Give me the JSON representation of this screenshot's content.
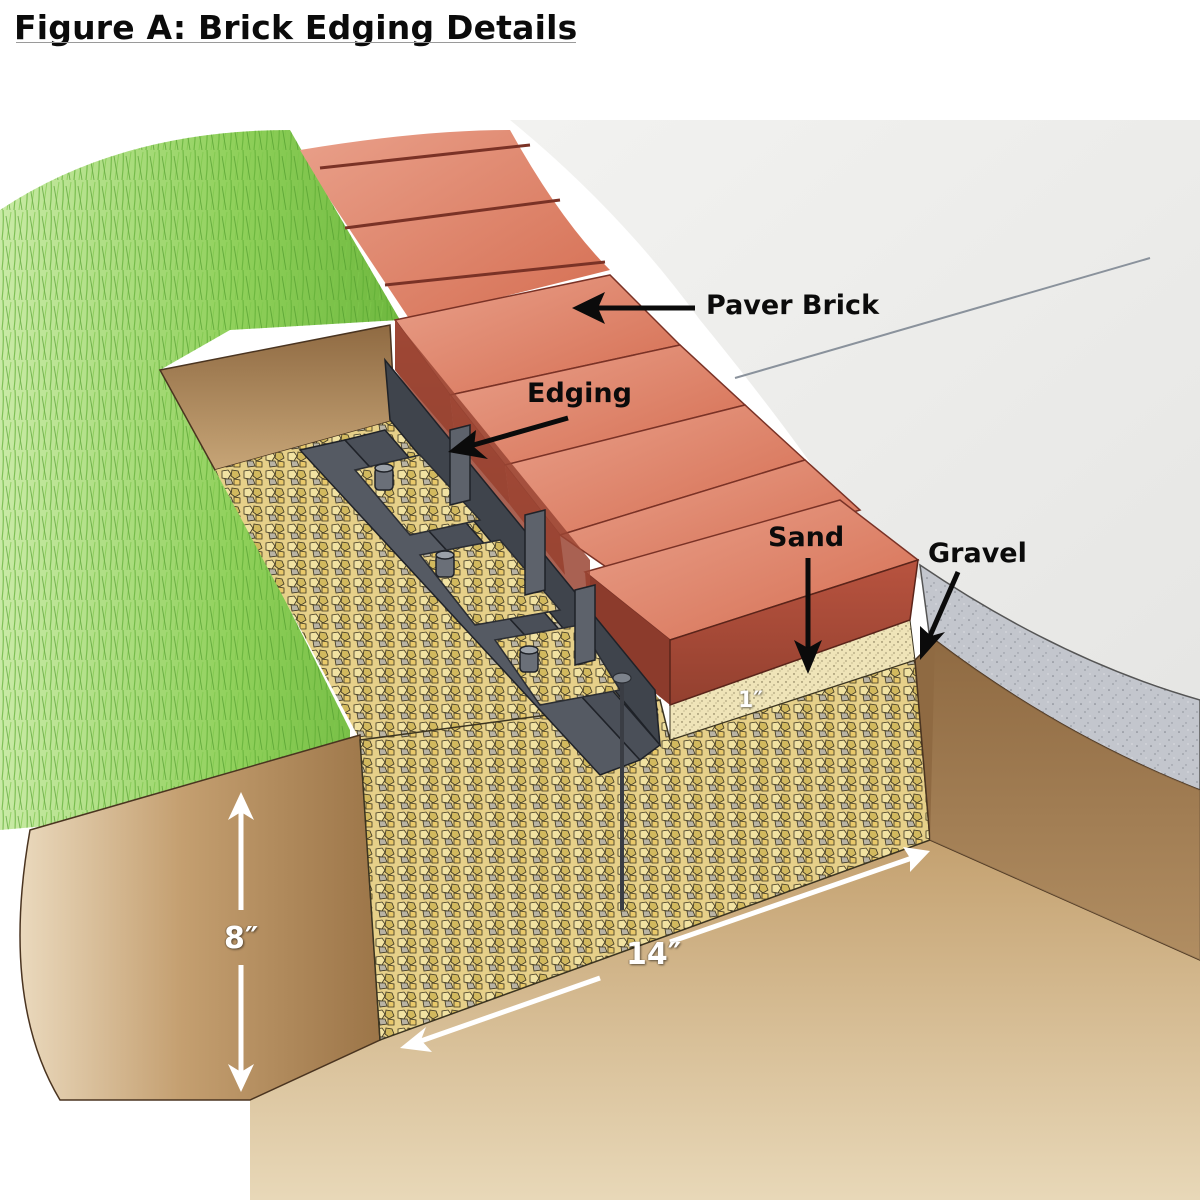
{
  "figure": {
    "title": "Figure A: Brick Edging Details"
  },
  "labels": {
    "paver_brick": "Paver Brick",
    "edging": "Edging",
    "sand": "Sand",
    "gravel": "Gravel"
  },
  "dimensions": {
    "trench_depth": "8″",
    "trench_width": "14″",
    "sand_depth": "1″"
  },
  "colors": {
    "brick_top": "#d9785d",
    "brick_side": "#a8493a",
    "brick_joint": "#7a3226",
    "concrete": "#eeeeec",
    "concrete_edge": "#b9bcc2",
    "grass": "#8fcf5a",
    "soil": "#b08a5a",
    "soil_dark": "#7c5a36",
    "gravel": "#d8c37a",
    "sand": "#efe4b8",
    "edging": "#3c4048",
    "label_text": "#0b0b0b",
    "dimension_text": "#ffffff"
  }
}
